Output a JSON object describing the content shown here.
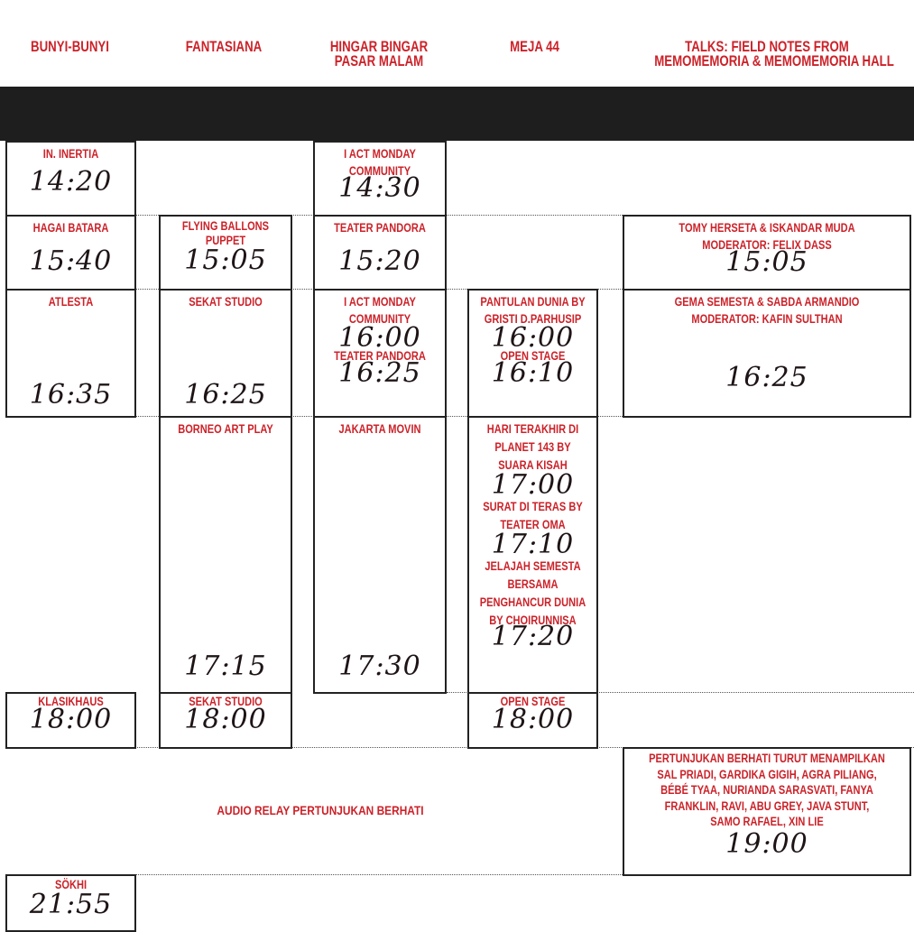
{
  "headers": {
    "bunyi": [
      "BUNYI-BUNYI"
    ],
    "fantasiana": [
      "FANTASIANA"
    ],
    "hingar": [
      "HINGAR BINGAR",
      "PASAR MALAM"
    ],
    "meja": [
      "MEJA 44"
    ],
    "talks": [
      "TALKS: FIELD NOTES FROM",
      "MEMOMEMORIA & MEMOMEMORIA HALL"
    ]
  },
  "slots": {
    "inertia": {
      "label": [
        "IN. INERTIA"
      ],
      "time": "14:20"
    },
    "iact1": {
      "label": [
        "I ACT MONDAY",
        "COMMUNITY"
      ],
      "time": "14:30"
    },
    "hagai": {
      "label": [
        "HAGAI BATARA"
      ],
      "time": "15:40"
    },
    "flying": {
      "label": [
        "FLYING BALLONS",
        "PUPPET"
      ],
      "time": "15:05"
    },
    "pandora1": {
      "label": [
        "TEATER PANDORA"
      ],
      "time": "15:20"
    },
    "tomy": {
      "label": [
        "TOMY HERSETA & ISKANDAR MUDA",
        "MODERATOR: FELIX DASS"
      ],
      "time": "15:05"
    },
    "atlesta": {
      "label": [
        "ATLESTA"
      ],
      "time": "16:35"
    },
    "sekat1": {
      "label": [
        "SEKAT STUDIO"
      ],
      "time": "16:25"
    },
    "iact2": {
      "label": [
        "I ACT MONDAY",
        "COMMUNITY"
      ],
      "time": "16:00"
    },
    "pandora2": {
      "label": [
        "TEATER PANDORA"
      ],
      "time": "16:25"
    },
    "pantulan": {
      "label": [
        "PANTULAN DUNIA BY",
        "GRISTI D.PARHUSIP"
      ],
      "time": "16:00"
    },
    "open1": {
      "label": [
        "OPEN STAGE"
      ],
      "time": "16:10"
    },
    "gema": {
      "label": [
        "GEMA SEMESTA & SABDA ARMANDIO",
        "MODERATOR: KAFIN SULTHAN"
      ],
      "time": "16:25"
    },
    "borneo": {
      "label": [
        "BORNEO ART PLAY"
      ],
      "time": "17:15"
    },
    "jakarta": {
      "label": [
        "JAKARTA MOVIN"
      ],
      "time": "17:30"
    },
    "hari": {
      "label": [
        "HARI TERAKHIR DI",
        "PLANET 143 BY",
        "SUARA KISAH"
      ],
      "time": "17:00"
    },
    "surat": {
      "label": [
        "SURAT DI TERAS BY",
        "TEATER OMA"
      ],
      "time": "17:10"
    },
    "jelajah": {
      "label": [
        "JELAJAH SEMESTA",
        "BERSAMA",
        "PENGHANCUR DUNIA",
        "BY CHOIRUNNISA"
      ],
      "time": "17:20"
    },
    "klasik": {
      "label": [
        "KLASIKHAUS"
      ],
      "time": "18:00"
    },
    "sekat2": {
      "label": [
        "SEKAT STUDIO"
      ],
      "time": "18:00"
    },
    "open2": {
      "label": [
        "OPEN STAGE"
      ],
      "time": "18:00"
    },
    "berhati": {
      "label": [
        "PERTUNJUKAN BERHATI TURUT MENAMPILKAN",
        "SAL PRIADI, GARDIKA GIGIH, AGRA PILIANG,",
        "BÉBÉ TYAA, NURIANDA SARASVATI, FANYA",
        "FRANKLIN, RAVI, ABU GREY, JAVA STUNT,",
        "SAMO RAFAEL, XIN LIE"
      ],
      "time": "19:00"
    },
    "sokhi": {
      "label": [
        "SÖKHI"
      ],
      "time": "21:55"
    }
  },
  "audio_relay": "AUDIO RELAY PERTUNJUKAN BERHATI"
}
